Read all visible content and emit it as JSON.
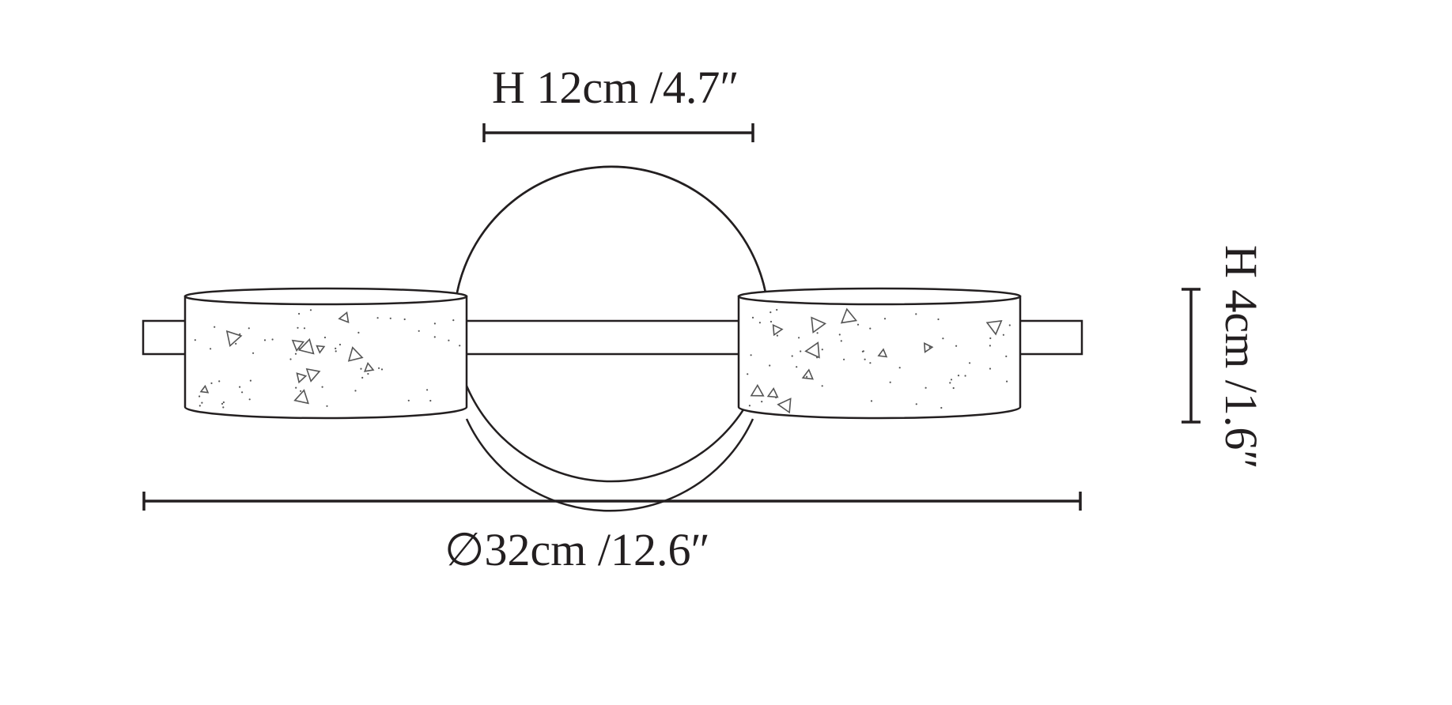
{
  "dimensions": {
    "top_label": "H 12cm /4.7″",
    "side_label": "H 4cm /1.6″",
    "bottom_label": "∅32cm /12.6″"
  },
  "colors": {
    "line": "#231f20",
    "speckle": "#555555",
    "background": "#ffffff"
  }
}
